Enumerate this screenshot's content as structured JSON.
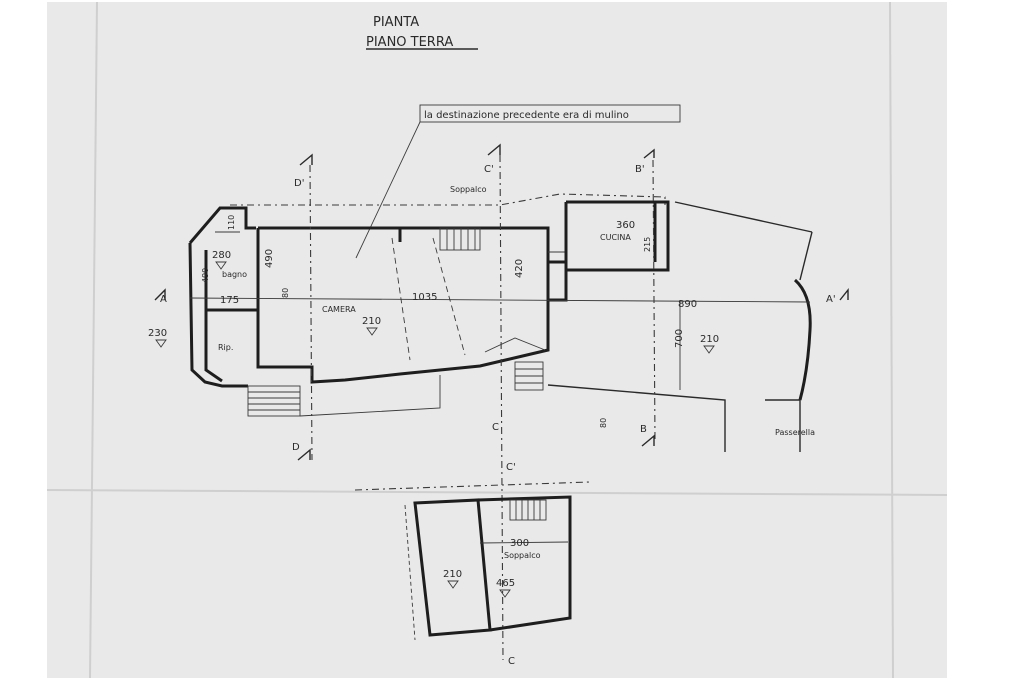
{
  "title": {
    "line1": "PIANTA",
    "line2": "PIANO TERRA"
  },
  "note": "la destinazione precedente era di mulino",
  "rooms": {
    "soppalco_top": "Soppalco",
    "cucina": "CUCINA",
    "camera": "CAMERA",
    "bagno": "bagno",
    "ripostiglio": "Rip.",
    "passerella": "Passerella",
    "soppalco_bottom": "Soppalco"
  },
  "dimensions": {
    "d110": "110",
    "d490_left": "490",
    "d490_main": "490",
    "d175": "175",
    "d80": "80",
    "d1035": "1035",
    "d420": "420",
    "d360": "360",
    "d215": "215",
    "d890": "890",
    "d700": "700",
    "d300": "300"
  },
  "levels": {
    "l280": "280",
    "l230": "230",
    "l210_camera": "210",
    "l210_right": "210",
    "l80": "80",
    "l210_bottom": "210",
    "l465": "465"
  },
  "sections": {
    "a_left": "A",
    "a_right": "A'",
    "b_top": "B'",
    "b_bottom": "B",
    "c_top": "C'",
    "c_mid": "C",
    "c_lower_top": "C'",
    "c_lower_bottom": "C",
    "d_top": "D'",
    "d_bottom": "D"
  }
}
